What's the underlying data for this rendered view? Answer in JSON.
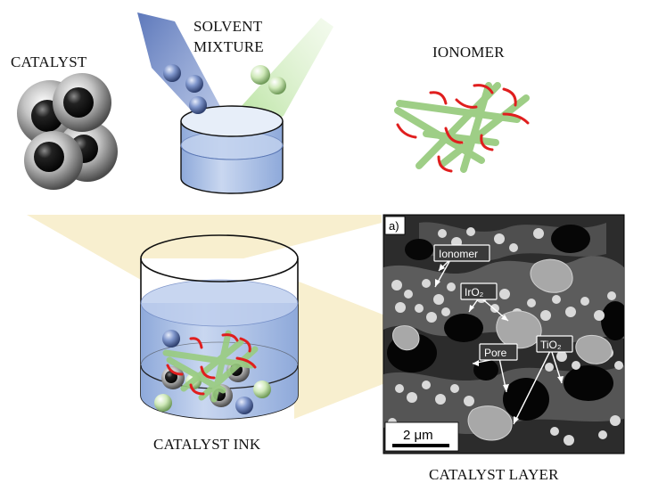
{
  "labels": {
    "catalyst": "CATALYST",
    "solvent_line1": "SOLVENT",
    "solvent_line2": "MIXTURE",
    "ionomer": "IONOMER",
    "catalyst_ink": "CATALYST INK",
    "catalyst_layer": "CATALYST LAYER"
  },
  "micrograph": {
    "panel_label": "a)",
    "annotations": {
      "ionomer": "Ionomer",
      "iro2": "IrO₂",
      "pore": "Pore",
      "tio2": "TiO₂"
    },
    "scale_bar": "2 μm"
  },
  "colors": {
    "ionomer_strand": "#99cc80",
    "ionomer_side_chain": "#e01e1e",
    "solvent_blue_sphere": "#6f89c4",
    "solvent_green_sphere": "#c9e7b2",
    "cone_fill": "#f8efcf",
    "liquid": "#a8bfe3"
  }
}
